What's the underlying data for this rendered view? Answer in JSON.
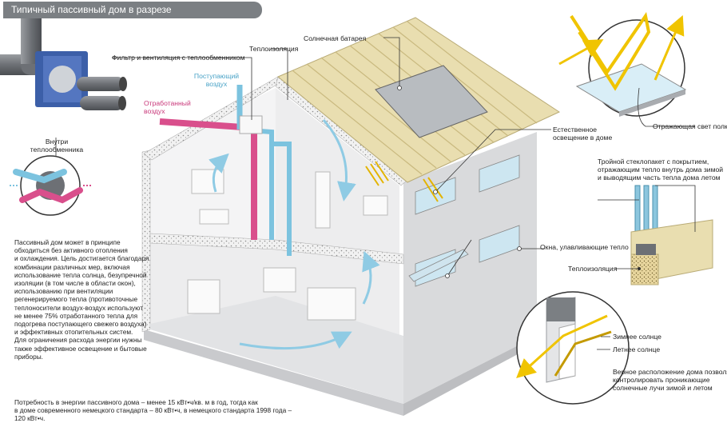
{
  "title": "Типичный пассивный дом в разрезе",
  "labels": {
    "filter": "Фильтр и вентиляция с теплообменником",
    "insulation_top": "Теплоизоляция",
    "solar_panel": "Солнечная батарея",
    "incoming_air_l1": "Поступающий",
    "incoming_air_l2": "воздух",
    "exhaust_air_l1": "Отработанный",
    "exhaust_air_l2": "воздух",
    "inside_hx_l1": "Внутри",
    "inside_hx_l2": "теплообменника",
    "reflect_shelf": "Отражающая свет полка",
    "natural_light_l1": "Естественное",
    "natural_light_l2": "освещение в доме",
    "triple_glass_l1": "Тройной стеклопакет с покрытием,",
    "triple_glass_l2": "отражающим тепло внутрь дома зимой",
    "triple_glass_l3": "и выводящим часть тепла дома летом",
    "heat_windows": "Окна, улавливающие тепло",
    "insulation_right": "Теплоизоляция",
    "winter_sun": "Зимнее солнце",
    "summer_sun": "Летнее солнце",
    "orientation_l1": "Верное расположение дома позволяет",
    "orientation_l2": "контролировать проникающие",
    "orientation_l3": "солнечные лучи зимой и летом"
  },
  "description": [
    "Пассивный дом может в принципе",
    "обходиться без активного отопления",
    "и охлаждения. Цель достигается благодаря",
    "комбинации различных мер, включая",
    "использование тепла солнца, безупречной",
    "изоляции (в том числе в области окон),",
    "использованию при вентиляции",
    "регенерируемого тепла (противоточные",
    "теплоносители воздух-воздух используют",
    "не менее 75% отработанного тепла для",
    "подогрева поступающего свежего воздуха)",
    "и эффективных отопительных систем.",
    "Для ограничения расхода энергии нужны",
    "также эффективное освещение и бытовые",
    "приборы."
  ],
  "footnote": [
    "Потребность в энергии пассивного дома – менее 15 кВт•ч/кв. м в год, тогда как",
    "в доме современного немецкого стандарта – 80 кВт•ч, в немецкого стандарта 1998 года – 120 кВт•ч."
  ],
  "colors": {
    "title_bg": "#7b7f83",
    "incoming_air": "#7cc3df",
    "exhaust_air": "#d94f8c",
    "roof": "#e9deb0",
    "insulation": "#e6d39a",
    "sun": "#f0c400",
    "wall": "#e4e5e7"
  }
}
